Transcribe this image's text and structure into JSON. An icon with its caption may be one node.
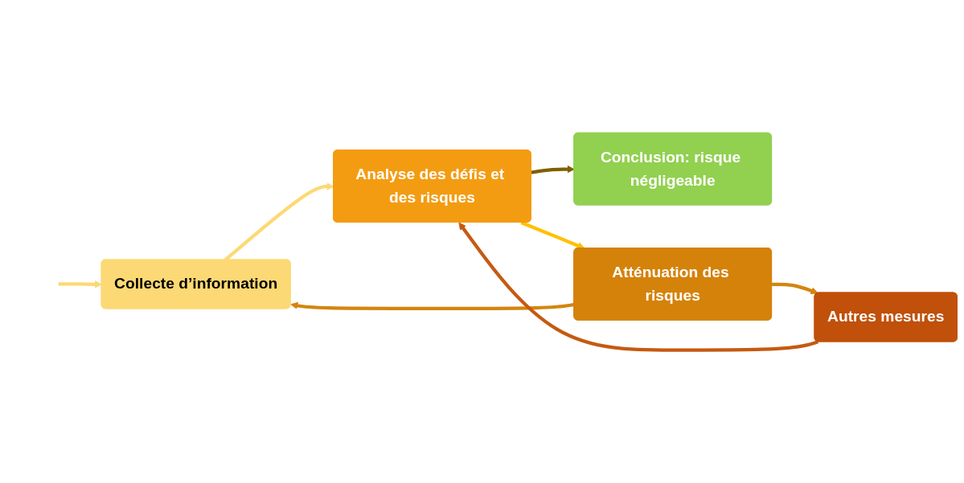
{
  "diagram": {
    "nodes": [
      {
        "text": [
          "Collecte d’information"
        ]
      },
      {
        "text": [
          "Analyse des défis et des risques"
        ]
      },
      {
        "text": [
          "Conclusion: risque négligeable"
        ]
      },
      {
        "text": [
          "Autres mesures"
        ]
      },
      {
        "text": [
          "Atténuation des risques"
        ]
      }
    ],
    "edges": [
      {
        "from": null,
        "to": 0,
        "arrow": "to",
        "color": "#fcd974"
      },
      {
        "from": 0,
        "to": 1,
        "arrow": "to",
        "color": "#fcd974"
      },
      {
        "from": 1,
        "to": 2,
        "arrow": "to",
        "color": "#7f6000"
      },
      {
        "from": 1,
        "to": 4,
        "arrow": "to",
        "color": "#ffc000"
      },
      {
        "from": 4,
        "to": 0,
        "arrow": "to",
        "color": "#d4850f"
      },
      {
        "from": 4,
        "to": 3,
        "arrow": "to",
        "color": "#d4850f"
      },
      {
        "from": 3,
        "to": 1,
        "arrow": "to",
        "color": "#c55a11"
      }
    ]
  }
}
